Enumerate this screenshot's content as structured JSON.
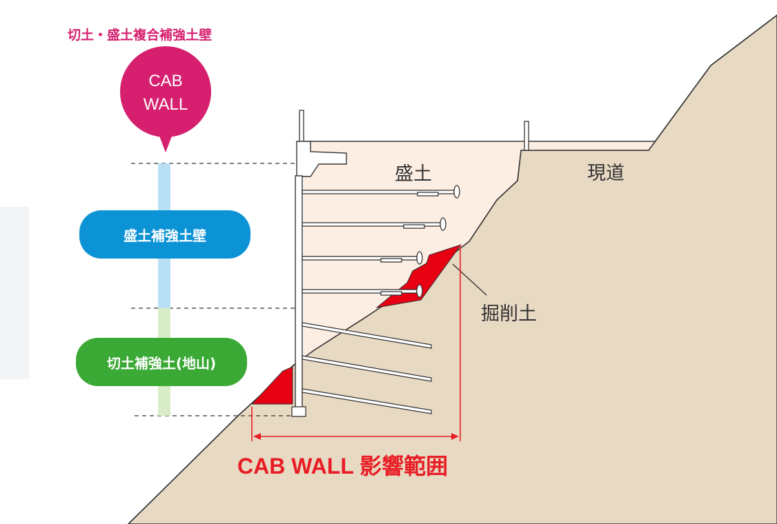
{
  "title": "切土・盛土複合補強土壁",
  "marker": {
    "line1": "CAB",
    "line2": "WALL",
    "color": "#d6206f"
  },
  "pills": {
    "fill_reinforced": {
      "label": "盛土補強土壁",
      "color": "#0c93d6"
    },
    "cut_reinforced": {
      "label": "切土補強土(地山)",
      "color": "#3ba935"
    }
  },
  "labels": {
    "fill": "盛土",
    "existing_road": "現道",
    "excavated_soil": "掘削土"
  },
  "influence_range": {
    "label": "CAB WALL 影響範囲",
    "color": "#e81c24"
  },
  "colors": {
    "natural_ground": "#e8d9c3",
    "fill_soil": "#fdeee3",
    "excavation": "#e60012",
    "fill_column": "#b9e1f5",
    "cut_column": "#d9ecc8"
  }
}
